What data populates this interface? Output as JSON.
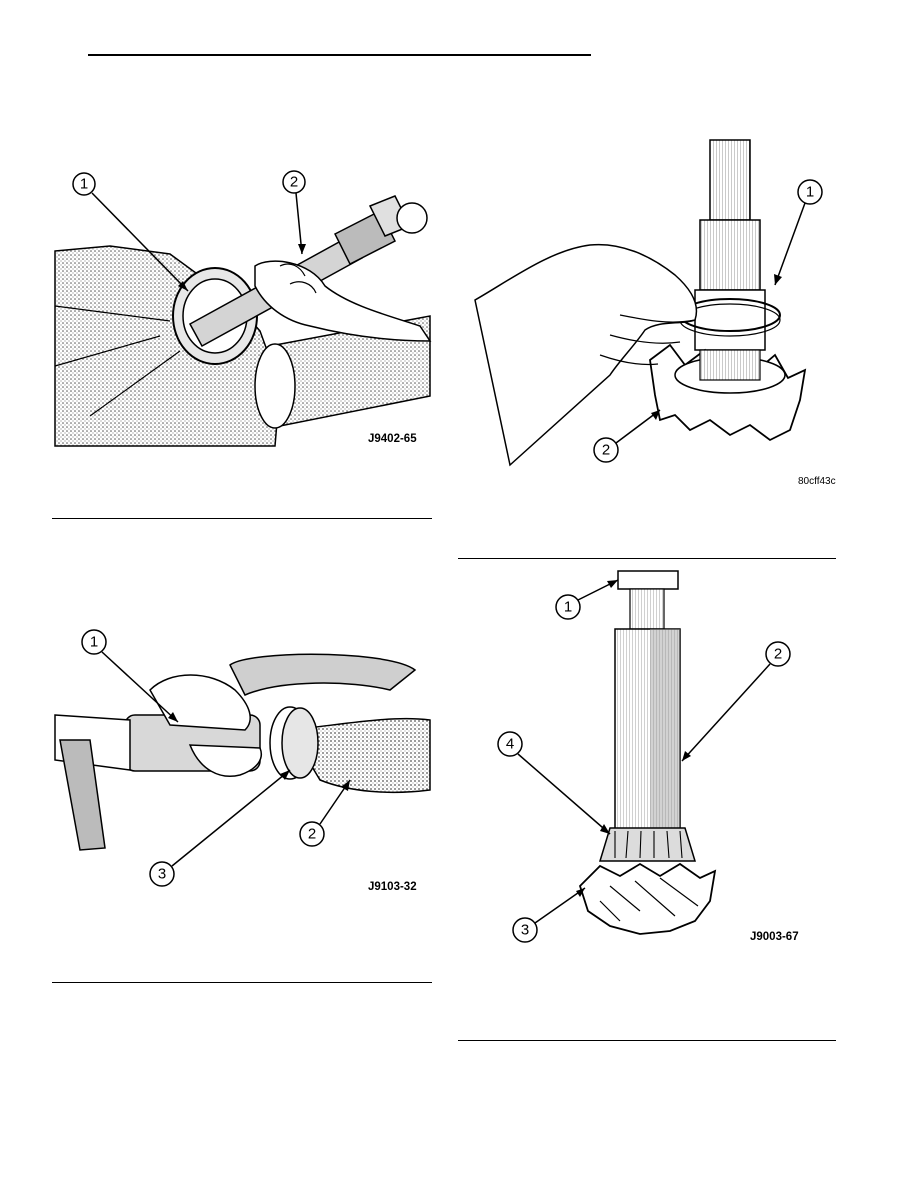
{
  "figures": [
    {
      "id": "fig-1",
      "code": "J9402-65",
      "callouts": [
        "1",
        "2"
      ]
    },
    {
      "id": "fig-2",
      "code": "80cff43c",
      "callouts": [
        "1",
        "2"
      ]
    },
    {
      "id": "fig-3",
      "code": "J9103-32",
      "callouts": [
        "1",
        "2",
        "3"
      ]
    },
    {
      "id": "fig-4",
      "code": "J9003-67",
      "callouts": [
        "1",
        "2",
        "3",
        "4"
      ]
    }
  ],
  "colors": {
    "ink": "#000000",
    "paper": "#ffffff",
    "shade": "#b8b8b8",
    "dark": "#6e6e6e"
  }
}
